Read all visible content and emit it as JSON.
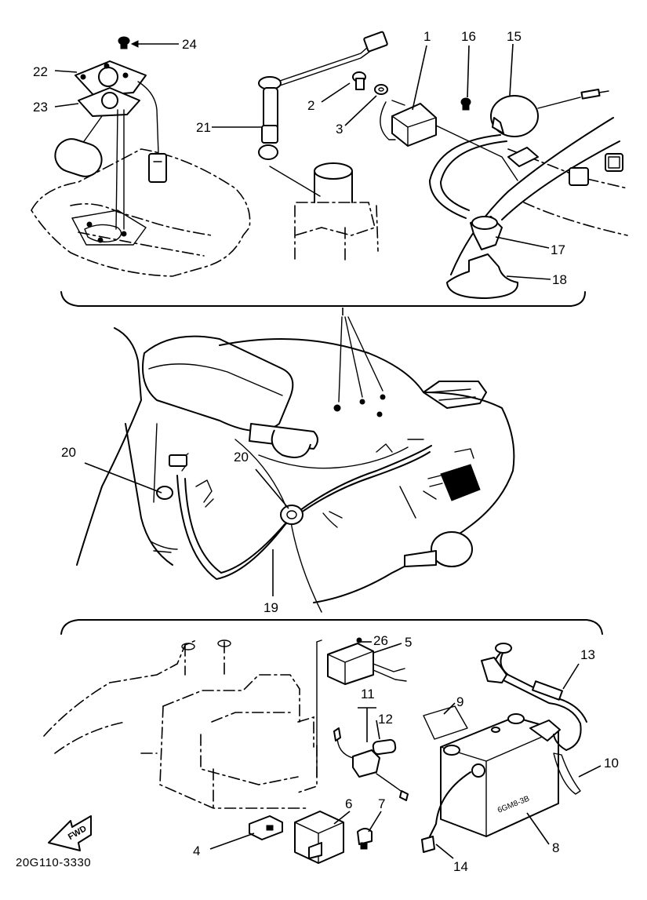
{
  "diagram_code": "20G110-3330",
  "fwd_label": "FWD",
  "battery_label": "6GM8-3B",
  "callouts": {
    "c1": "1",
    "c2": "2",
    "c3": "3",
    "c4": "4",
    "c5": "5",
    "c6": "6",
    "c7": "7",
    "c8": "8",
    "c9": "9",
    "c10": "10",
    "c11": "11",
    "c12": "12",
    "c13": "13",
    "c14": "14",
    "c15": "15",
    "c16": "16",
    "c17": "17",
    "c18": "18",
    "c19": "19",
    "c20a": "20",
    "c20b": "20",
    "c21": "21",
    "c22": "22",
    "c23": "23",
    "c24": "24",
    "c26": "26"
  }
}
